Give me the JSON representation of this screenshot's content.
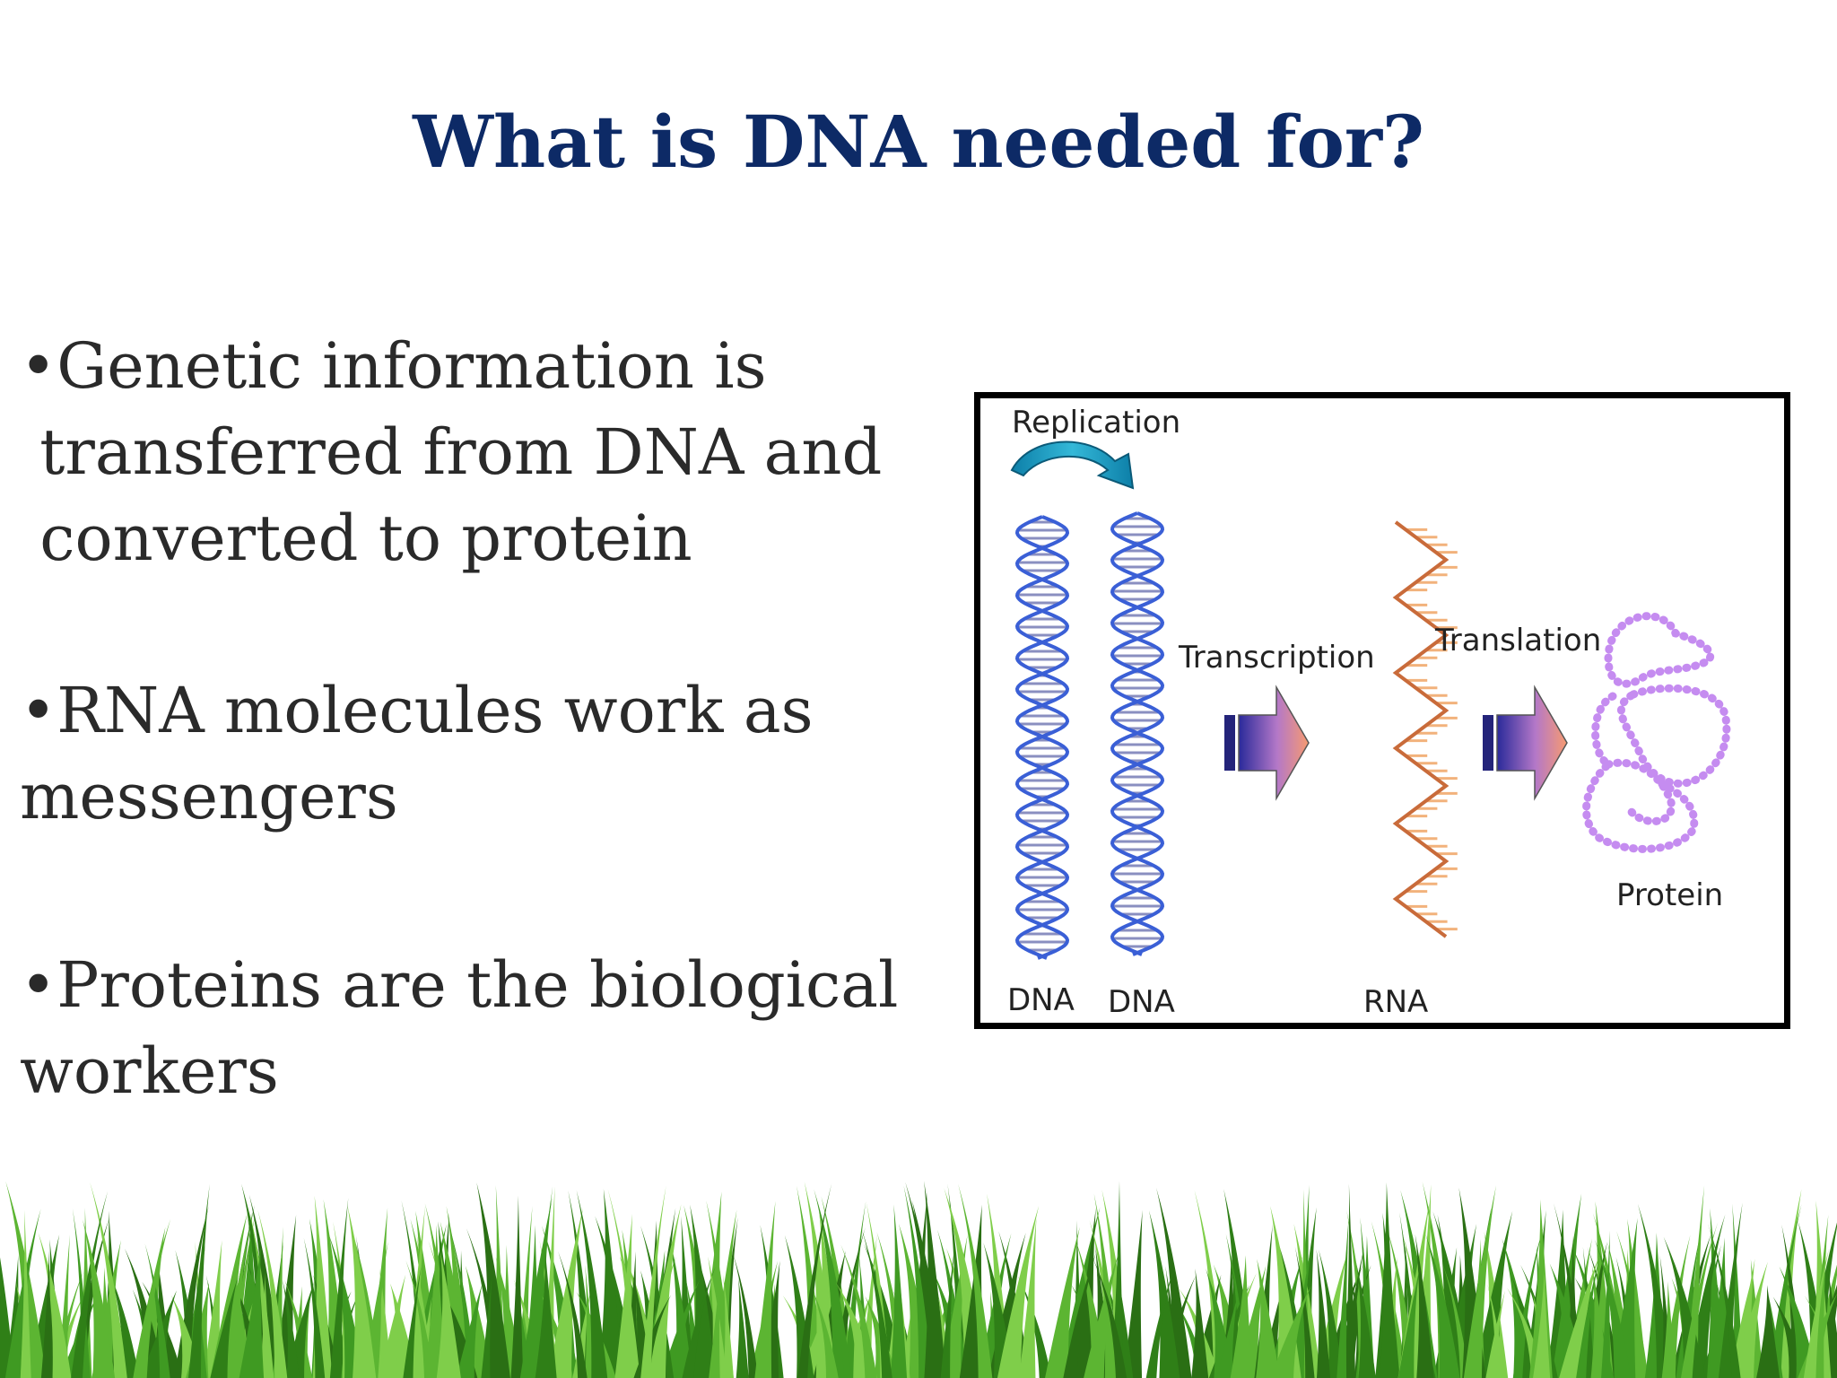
{
  "slide": {
    "title": "What is DNA needed for?",
    "bullets": [
      {
        "glyph": "•",
        "lines": [
          "Genetic information is",
          " transferred from DNA and",
          " converted to protein"
        ]
      },
      {
        "glyph": "•",
        "lines": [
          "RNA molecules work as",
          "messengers"
        ]
      },
      {
        "glyph": "•",
        "lines": [
          "Proteins are the biological",
          "workers"
        ]
      }
    ]
  },
  "diagram": {
    "replication_label": "Replication",
    "transcription_label": "Transcription",
    "translation_label": "Translation",
    "dna1_label": "DNA",
    "dna2_label": "DNA",
    "rna_label": "RNA",
    "protein_label": "Protein"
  },
  "colors": {
    "title": "#0d2a66",
    "text": "#2a2a2a",
    "dna_strand": "#3a5fd6",
    "dna_rung": "#8a8fc0",
    "rna_strand": "#c96b3a",
    "rna_rung": "#f2b27c",
    "protein": "#c58cf0",
    "grass": "#3f9a22"
  }
}
